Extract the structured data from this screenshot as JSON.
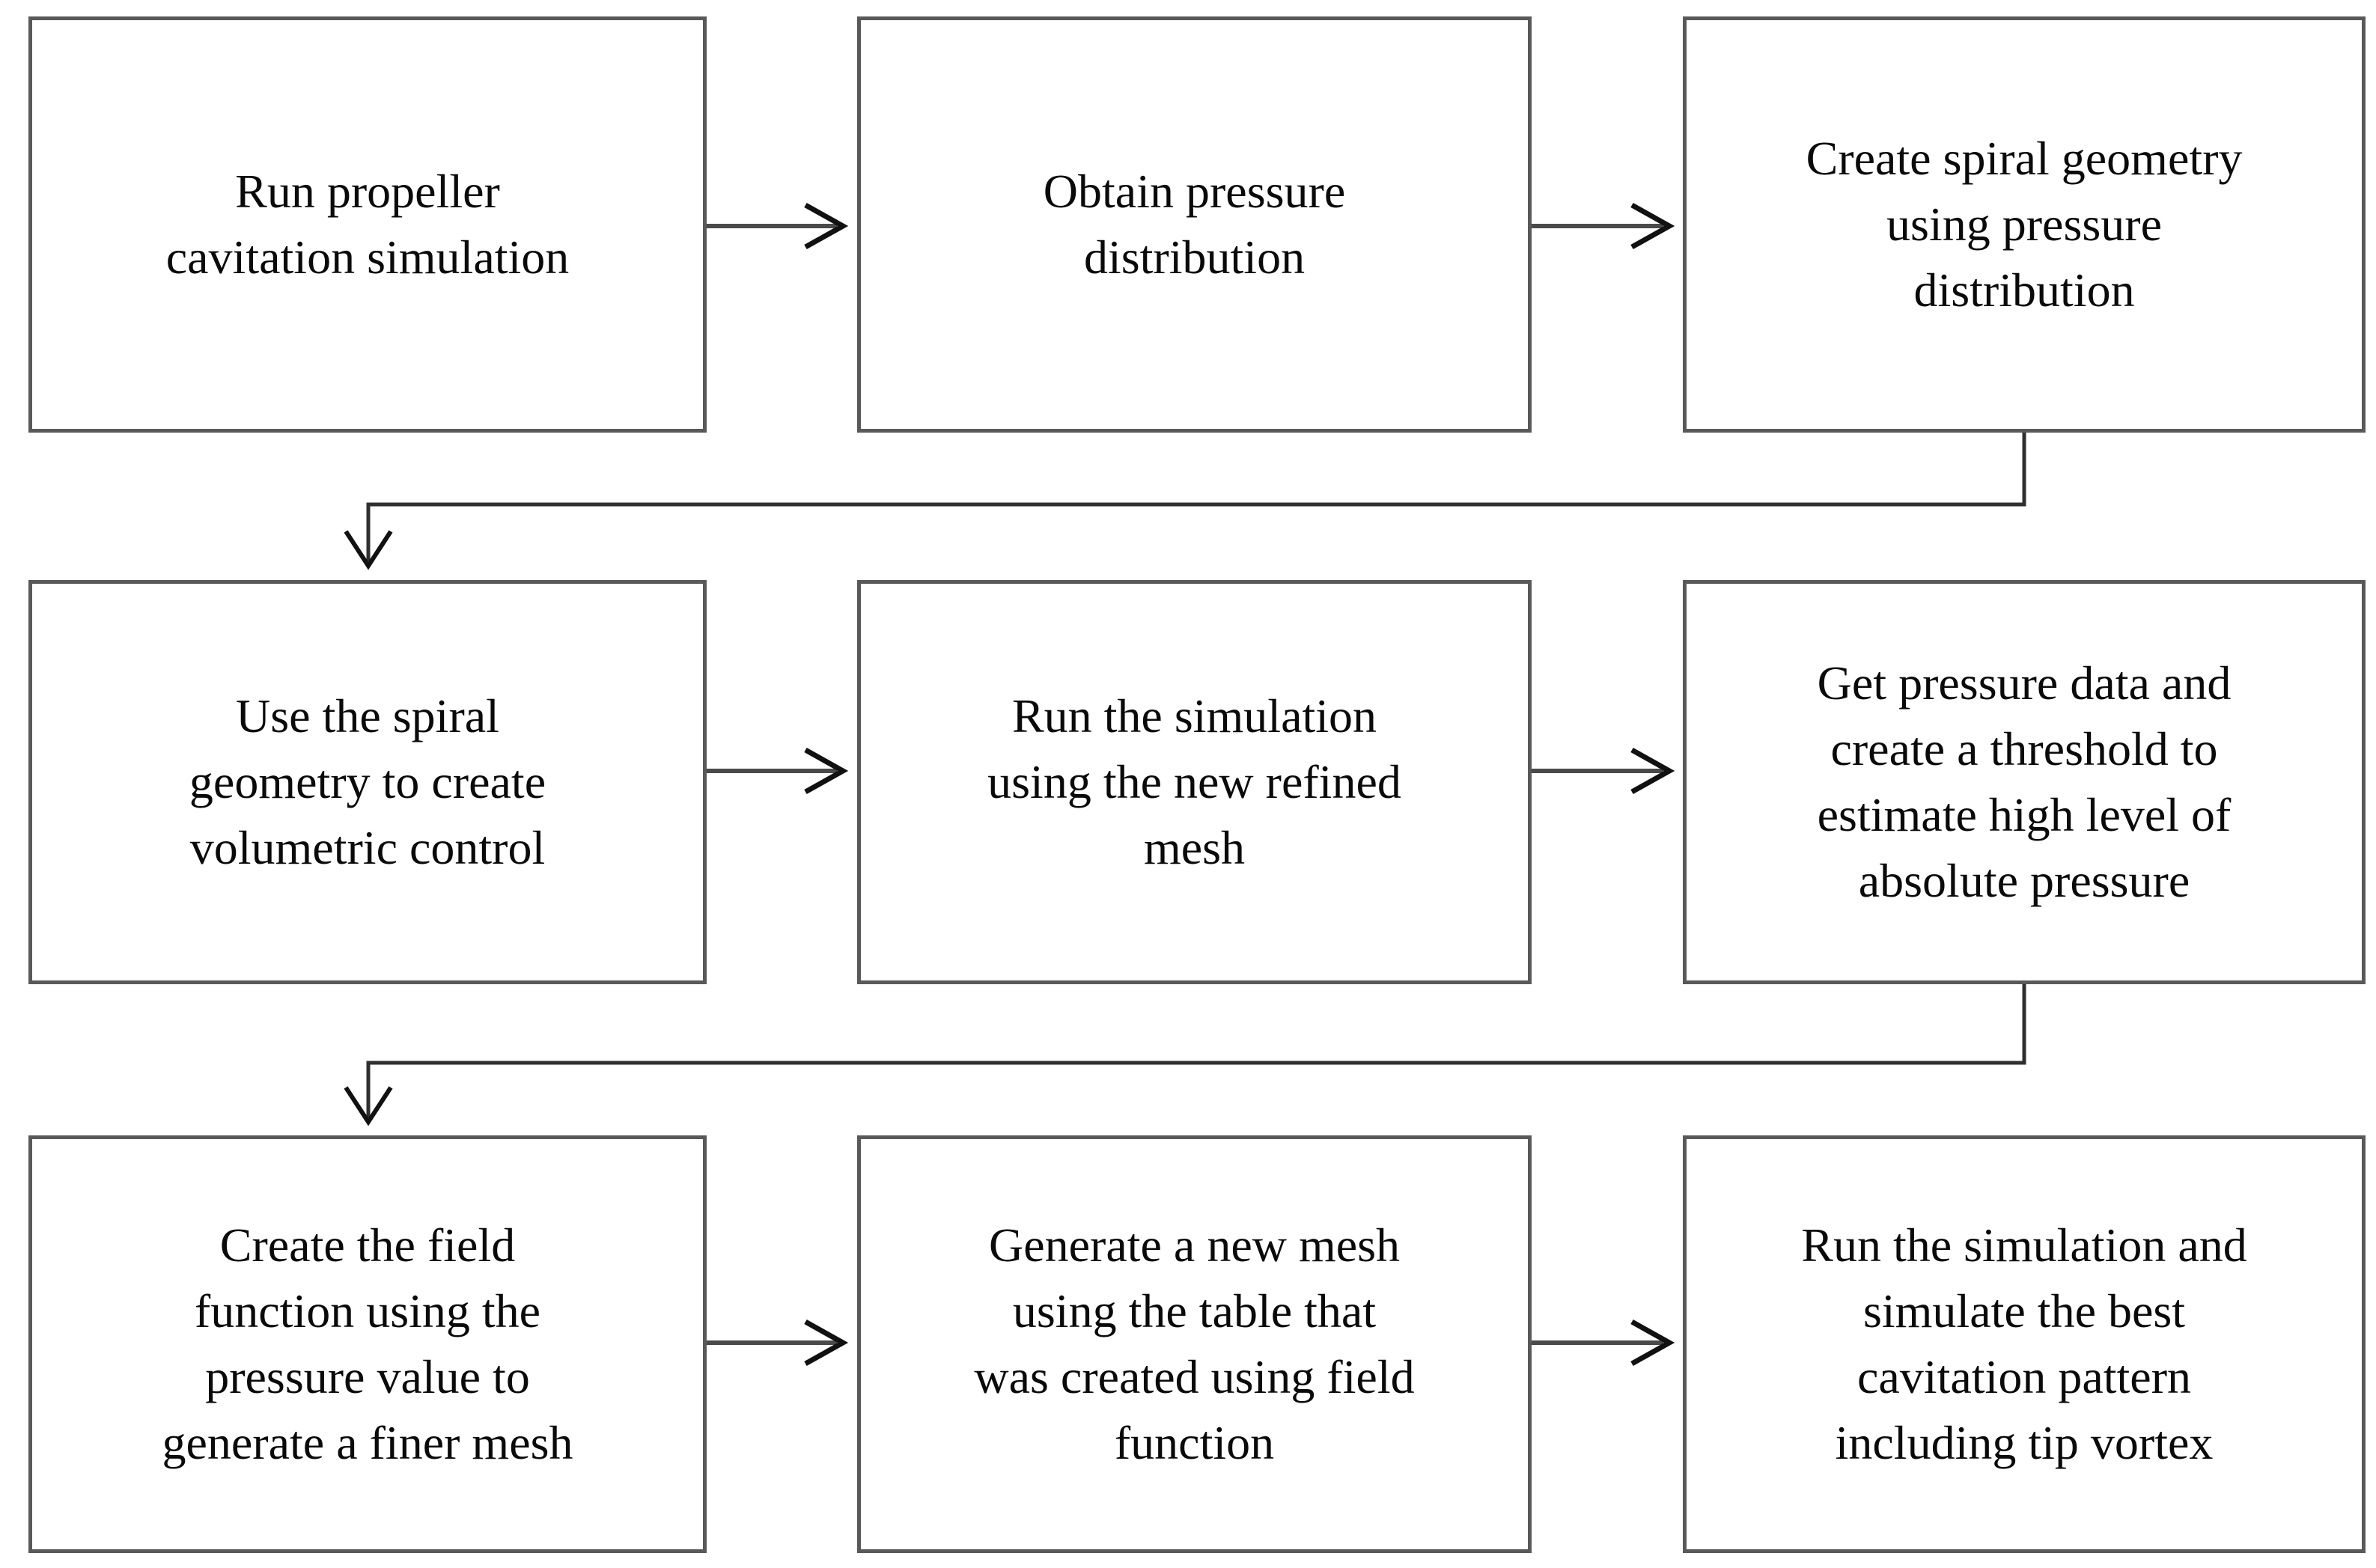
{
  "flowchart": {
    "background_color": "#ffffff",
    "box_border_color": "#595959",
    "text_color": "#0a0a0a",
    "arrow_color": "#111111",
    "steps": [
      {
        "id": "step-1",
        "row": 1,
        "col": 1,
        "label": "Run propeller\ncavitation simulation"
      },
      {
        "id": "step-2",
        "row": 1,
        "col": 2,
        "label": "Obtain pressure\ndistribution"
      },
      {
        "id": "step-3",
        "row": 1,
        "col": 3,
        "label": "Create spiral geometry\nusing pressure\ndistribution"
      },
      {
        "id": "step-4",
        "row": 2,
        "col": 1,
        "label": "Use the spiral\ngeometry to create\nvolumetric control"
      },
      {
        "id": "step-5",
        "row": 2,
        "col": 2,
        "label": "Run the simulation\nusing the new refined\nmesh"
      },
      {
        "id": "step-6",
        "row": 2,
        "col": 3,
        "label": "Get pressure data and\ncreate a threshold to\nestimate high level of\nabsolute pressure"
      },
      {
        "id": "step-7",
        "row": 3,
        "col": 1,
        "label": "Create the field\nfunction using the\npressure value to\ngenerate a finer mesh"
      },
      {
        "id": "step-8",
        "row": 3,
        "col": 2,
        "label": "Generate a new mesh\nusing the table that\nwas created using field\nfunction"
      },
      {
        "id": "step-9",
        "row": 3,
        "col": 3,
        "label": "Run the simulation and\nsimulate the best\ncavitation pattern\nincluding tip vortex"
      }
    ],
    "connections": [
      {
        "from": "step-1",
        "to": "step-2",
        "type": "straight-right"
      },
      {
        "from": "step-2",
        "to": "step-3",
        "type": "straight-right"
      },
      {
        "from": "step-3",
        "to": "step-4",
        "type": "wrap-down-left"
      },
      {
        "from": "step-4",
        "to": "step-5",
        "type": "straight-right"
      },
      {
        "from": "step-5",
        "to": "step-6",
        "type": "straight-right"
      },
      {
        "from": "step-6",
        "to": "step-7",
        "type": "wrap-down-left"
      },
      {
        "from": "step-7",
        "to": "step-8",
        "type": "straight-right"
      },
      {
        "from": "step-8",
        "to": "step-9",
        "type": "straight-right"
      }
    ]
  }
}
